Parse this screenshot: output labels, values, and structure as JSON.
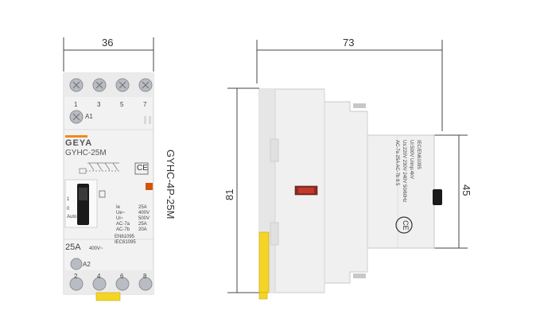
{
  "dimensions": {
    "front_width": "36",
    "side_width": "73",
    "height": "81",
    "depth": "45"
  },
  "model_label": "GYHC-4P-25M",
  "front": {
    "brand": "GEYA",
    "model": "GYHC-25M",
    "ce_mark": "CE",
    "top_terminals": [
      "1",
      "3",
      "5",
      "7"
    ],
    "bottom_terminals": [
      "2",
      "4",
      "6",
      "8"
    ],
    "a1_label": "A1",
    "a2_label": "A2",
    "rating": "25A",
    "voltage": "400V~",
    "spec_lines": [
      "Ie",
      "Ue~",
      "Ui~",
      "AC-7a",
      "AC-7b"
    ],
    "spec_values": [
      "25A",
      "400V",
      "500V",
      "25A",
      "20A"
    ],
    "standards": [
      "EN61095",
      "IEC61095"
    ],
    "switch_marks": [
      "1",
      "0",
      "Auto"
    ]
  },
  "side": {
    "text_lines": [
      "IEC/EN61095",
      "Ui:500V Uimp:4kV",
      "Us:220V 230V 240V 50/60Hz",
      "AC-7a 25A AC-7b 8.5"
    ],
    "ce_mark": "CE"
  },
  "colors": {
    "body": "#f2f2f2",
    "outline": "#c8c8c8",
    "dim_line": "#444444",
    "screw": "#b9bcc2",
    "clip": "#f5d428",
    "brand_orange": "#f08a1c",
    "switch_black": "#1a1a1a",
    "indicator_red": "#c0392b"
  }
}
